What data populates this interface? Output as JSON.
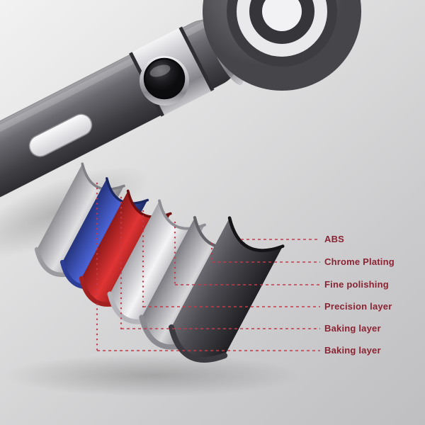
{
  "scene": {
    "description": "Exploded cutaway of a shower handle showing its coating layers with callout labels"
  },
  "annotations": {
    "labels": [
      "ABS",
      "Chrome Plating",
      "Fine polishing",
      "Precision layer",
      "Baking layer",
      "Baking layer"
    ]
  },
  "layers": [
    {
      "label": "Baking layer",
      "color": "#dfdfe2"
    },
    {
      "label": "Baking layer",
      "color": "#4a63d4"
    },
    {
      "label": "Precision layer",
      "color": "#e03434"
    },
    {
      "label": "Fine polishing",
      "color": "#f4f4f6"
    },
    {
      "label": "Chrome Plating",
      "color": "#d8d8db"
    },
    {
      "label": "ABS",
      "color": "#4a4a50"
    }
  ],
  "colors": {
    "label": "#8a2433",
    "leader": "#c23b4a",
    "background": "#d8d8d9",
    "handle": "#4a4a4f",
    "chrome": "#d6d6da",
    "button": "#141416"
  }
}
